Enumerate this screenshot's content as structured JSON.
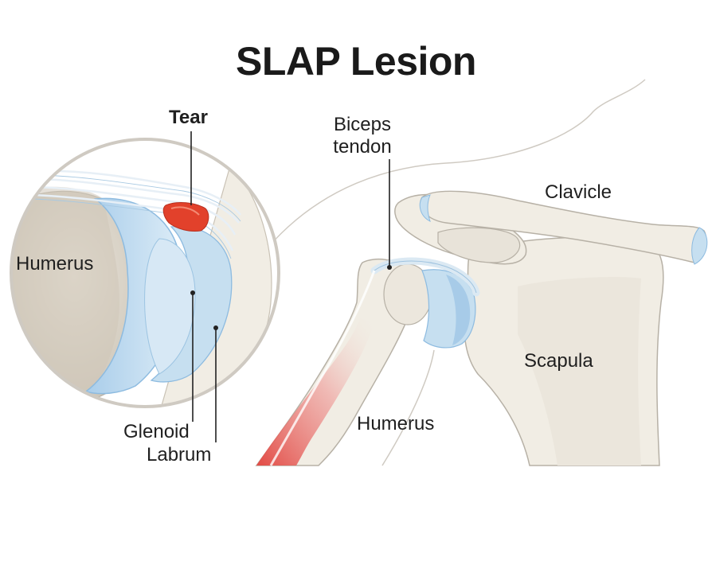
{
  "title": "SLAP Lesion",
  "labels": {
    "tear": "Tear",
    "biceps_tendon_line1": "Biceps",
    "biceps_tendon_line2": "tendon",
    "clavicle": "Clavicle",
    "humerus_inset": "Humerus",
    "scapula": "Scapula",
    "humerus_main": "Humerus",
    "glenoid": "Glenoid",
    "labrum": "Labrum"
  },
  "colors": {
    "bone": "#f1ede4",
    "bone_shadow": "#d6cfc2",
    "cartilage": "#c6dff0",
    "cartilage_dark": "#8dbbe0",
    "tear_red": "#e2412b",
    "muscle_red": "#e24a44",
    "leader_line": "#222222",
    "outline": "#a9a59c"
  }
}
